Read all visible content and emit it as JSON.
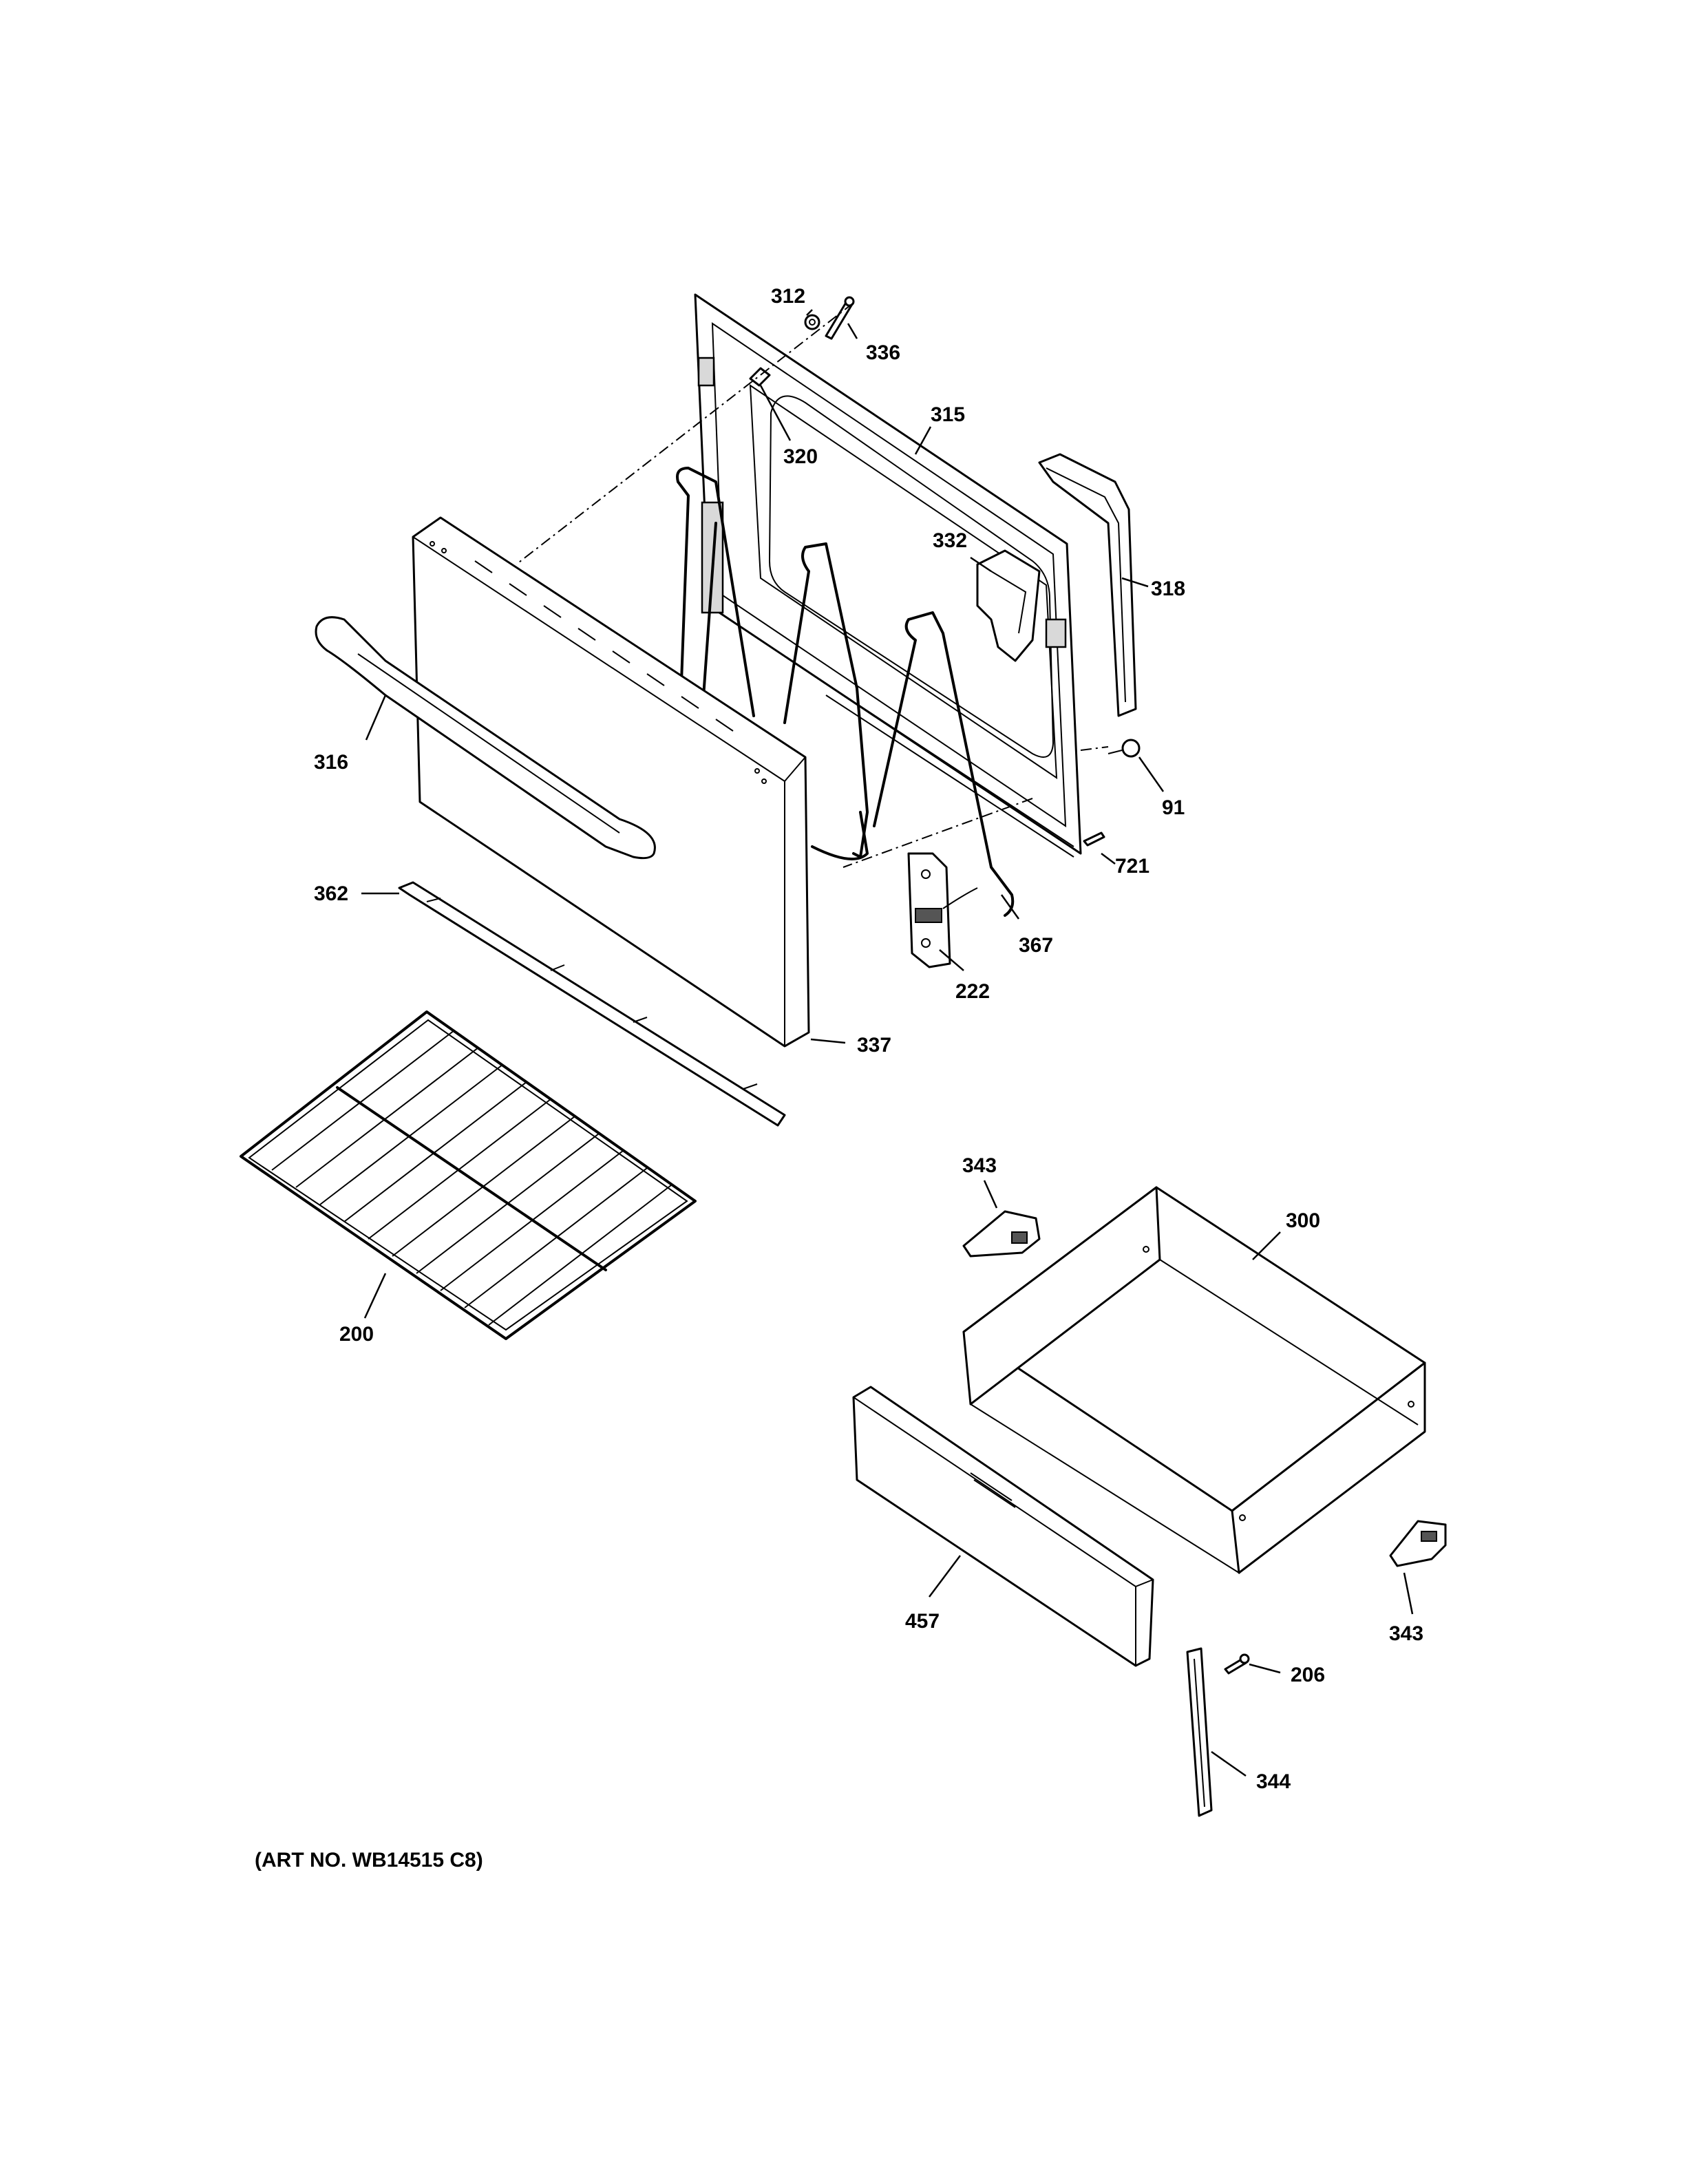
{
  "diagram": {
    "art_number": "(ART NO. WB14515 C8)",
    "callouts": {
      "c312": "312",
      "c336": "336",
      "c315": "315",
      "c320": "320",
      "c332": "332",
      "c318": "318",
      "c316": "316",
      "c91": "91",
      "c721": "721",
      "c362": "362",
      "c367": "367",
      "c222": "222",
      "c337": "337",
      "c343a": "343",
      "c300": "300",
      "c200": "200",
      "c457": "457",
      "c343b": "343",
      "c206": "206",
      "c344": "344"
    }
  }
}
